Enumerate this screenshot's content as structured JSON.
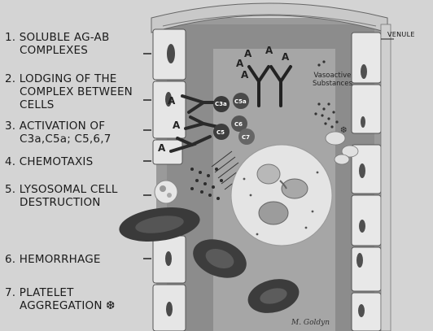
{
  "steps": [
    {
      "lines": [
        "1. SOLUBLE AG-AB",
        "COMPLEXES"
      ]
    },
    {
      "lines": [
        "2. LODGING OF THE",
        "COMPLEX BETWEEN",
        "CELLS"
      ]
    },
    {
      "lines": [
        "3. ACTIVATION OF",
        "C3a,C5a; C5,6,7"
      ]
    },
    {
      "lines": [
        "4. CHEMOTAXIS"
      ]
    },
    {
      "lines": [
        "5. LYSOSOMAL CELL",
        "DESTRUCTION"
      ]
    },
    {
      "lines": [
        "6. HEMORRHAGE"
      ]
    },
    {
      "lines": [
        "7. PLATELET",
        "AGGREGATION ❆"
      ]
    }
  ],
  "venule_label": "VENULE",
  "vasoactive_label": [
    "Vasoactive",
    "Substances"
  ],
  "antigen_letter": "A",
  "complement_labels": [
    "C3a",
    "C5a",
    "C5",
    "C6",
    "C7"
  ],
  "signature": "M. Goldyn"
}
